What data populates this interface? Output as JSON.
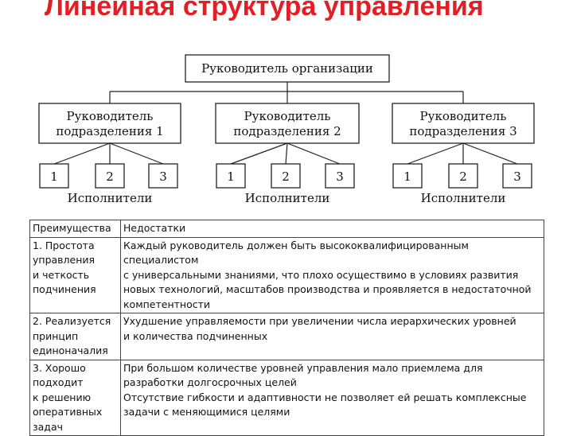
{
  "title": "Линейная структура управления",
  "diagram": {
    "top": "Руководитель организации",
    "departments": [
      {
        "line1": "Руководитель",
        "line2": "подразделения 1",
        "executors": [
          "1",
          "2",
          "3"
        ],
        "caption": "Исполнители"
      },
      {
        "line1": "Руководитель",
        "line2": "подразделения 2",
        "executors": [
          "1",
          "2",
          "3"
        ],
        "caption": "Исполнители"
      },
      {
        "line1": "Руководитель",
        "line2": "подразделения 3",
        "executors": [
          "1",
          "2",
          "3"
        ],
        "caption": "Исполнители"
      }
    ]
  },
  "table": {
    "headers": [
      "Преимущества",
      "Недостатки"
    ],
    "rows": [
      {
        "advantage": [
          "1. Простота",
          "управления",
          "и четкость",
          "подчинения"
        ],
        "disadvantages": [
          "Каждый руководитель должен быть высококвалифицированным специалистом",
          "с универсальными знаниями, что плохо осуществимо в условиях развития",
          "новых технологий, масштабов производства и проявляется в недостаточной",
          "компетентности"
        ]
      },
      {
        "advantage": [
          "2. Реализуется",
          "принцип",
          "единоначалия"
        ],
        "disadvantages": [
          "Ухудшение управляемости при увеличении числа иерархических уровней",
          "и количества подчиненных"
        ]
      },
      {
        "advantage": [
          "3. Хорошо",
          "подходит",
          "к решению",
          "оперативных",
          "задач"
        ],
        "disadvantages": [
          "При большом количестве уровней управления мало приемлема для",
          "разработки долгосрочных целей",
          "Отсутствие гибкости и адаптивности не позволяет ей решать комплексные",
          "задачи с меняющимися целями"
        ]
      }
    ]
  }
}
